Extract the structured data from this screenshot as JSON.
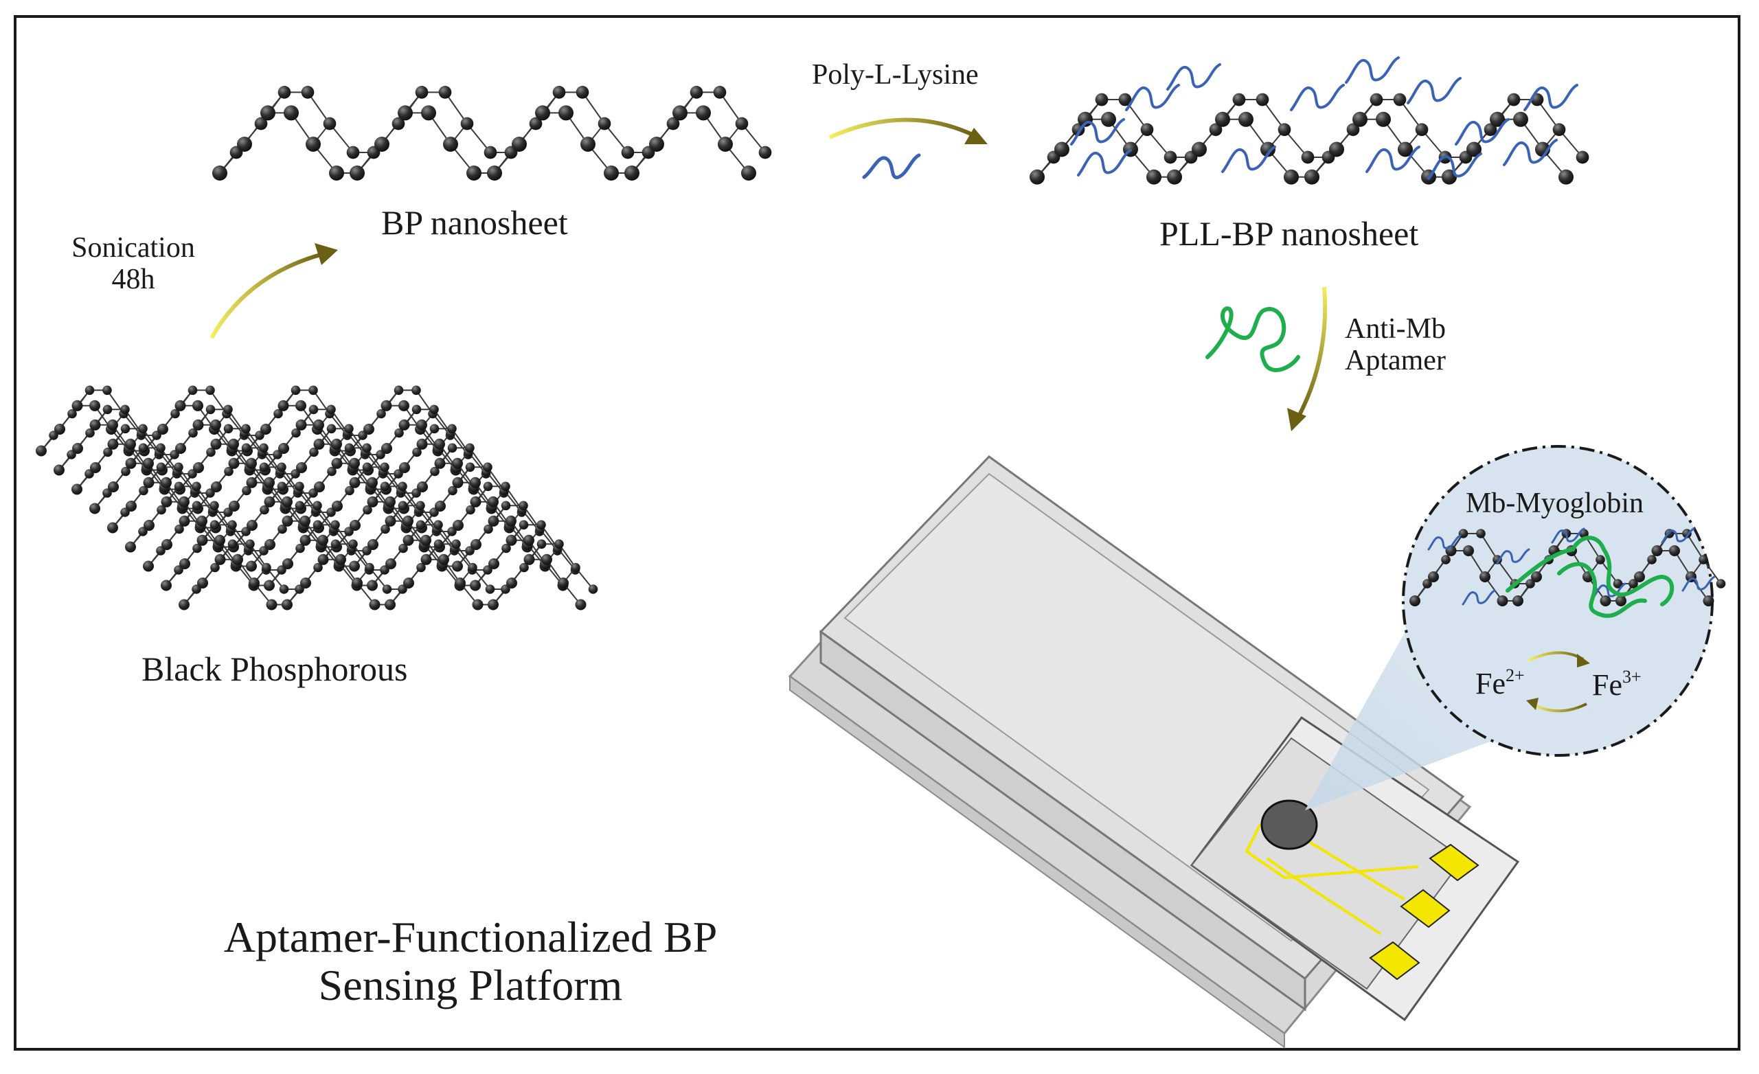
{
  "labels": {
    "bp_nanosheet": "BP nanosheet",
    "pll_bp_nanosheet": "PLL-BP nanosheet",
    "poly_l_lysine": "Poly-L-Lysine",
    "sonication_line1": "Sonication",
    "sonication_line2": "48h",
    "black_phosphorous": "Black Phosphorous",
    "anti_mb_line1": "Anti-Mb",
    "anti_mb_line2": "Aptamer",
    "mb_myoglobin": "Mb-Myoglobin",
    "fe2_base": "Fe",
    "fe2_sup": "2+",
    "fe3_base": "Fe",
    "fe3_sup": "3+",
    "title_line1": "Aptamer-Functionalized BP",
    "title_line2": "Sensing Platform"
  },
  "colors": {
    "atom": "#2f2f2f",
    "bond": "#3a3a3a",
    "pll_strand": "#3b63b5",
    "aptamer": "#1fae4c",
    "arrow": "#7a6d1a",
    "electrode": "#f3e600",
    "magnifier_fill": "#d7e3ee"
  },
  "icons": {
    "pll_strand": "blue-squiggle-icon",
    "aptamer": "green-squiggle-icon",
    "arrows": "curved-arrow-icon"
  }
}
